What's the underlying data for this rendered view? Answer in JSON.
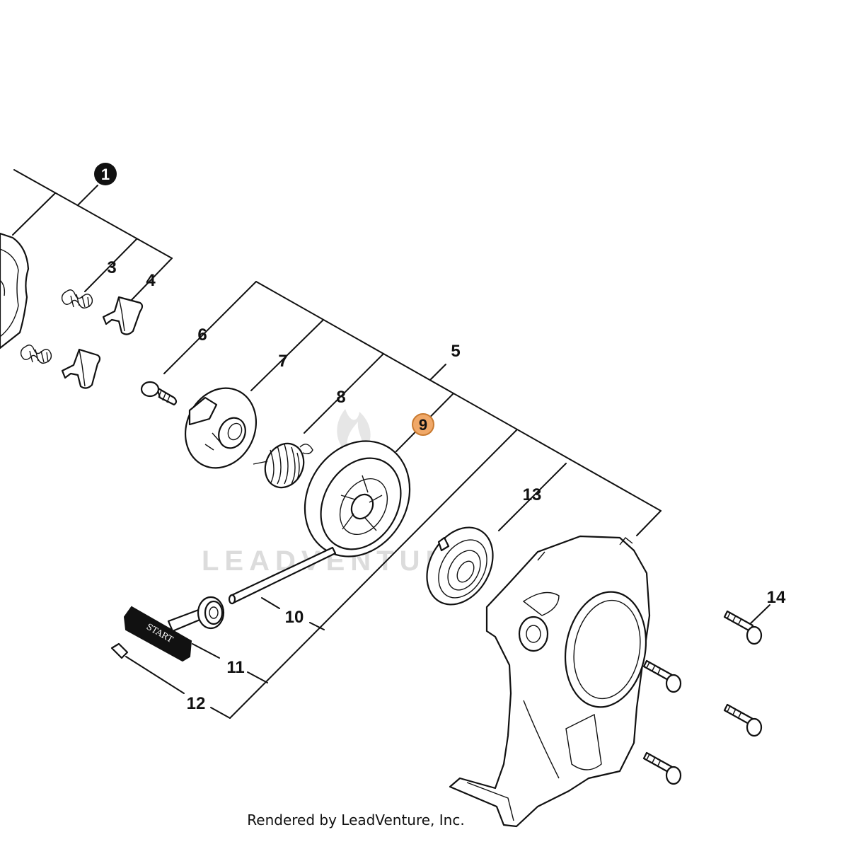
{
  "diagram": {
    "callouts": [
      {
        "id": "1",
        "label": "1",
        "style": "filled"
      },
      {
        "id": "3",
        "label": "3"
      },
      {
        "id": "4",
        "label": "4"
      },
      {
        "id": "5",
        "label": "5"
      },
      {
        "id": "6",
        "label": "6"
      },
      {
        "id": "7",
        "label": "7"
      },
      {
        "id": "8",
        "label": "8"
      },
      {
        "id": "9",
        "label": "9",
        "style": "highlighted",
        "highlight_color": "#f0a868"
      },
      {
        "id": "10",
        "label": "10"
      },
      {
        "id": "11",
        "label": "11"
      },
      {
        "id": "12",
        "label": "12"
      },
      {
        "id": "13",
        "label": "13"
      },
      {
        "id": "14",
        "label": "14"
      }
    ],
    "handle_text": "START",
    "watermark": "LEADVENTURE",
    "footer": "Rendered by LeadVenture, Inc."
  }
}
